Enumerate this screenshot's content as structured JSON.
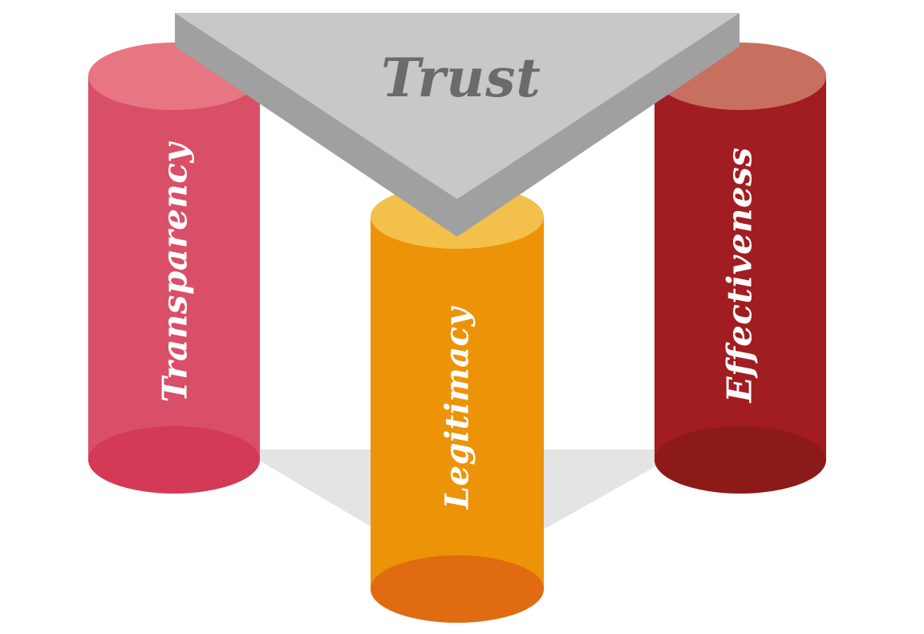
{
  "diagram": {
    "type": "pillars-supporting-roof",
    "roof": {
      "label": "Trust",
      "colors": {
        "face": "#c8c8c8",
        "edge": "#a0a0a0",
        "text": "#6b6b6b"
      }
    },
    "pillars": [
      {
        "label": "Transparency",
        "position": "left",
        "colors": {
          "body": "#d94f68",
          "top": "#e87682",
          "bottom": "#d43a56"
        }
      },
      {
        "label": "Legitimacy",
        "position": "center-front",
        "colors": {
          "body": "#ec9308",
          "top": "#f4c04c",
          "bottom": "#e06b10"
        }
      },
      {
        "label": "Effectiveness",
        "position": "right",
        "colors": {
          "body": "#a11d22",
          "top": "#c7705f",
          "bottom": "#8c1a18"
        }
      }
    ],
    "shadow_color": "#e4e4e4"
  }
}
